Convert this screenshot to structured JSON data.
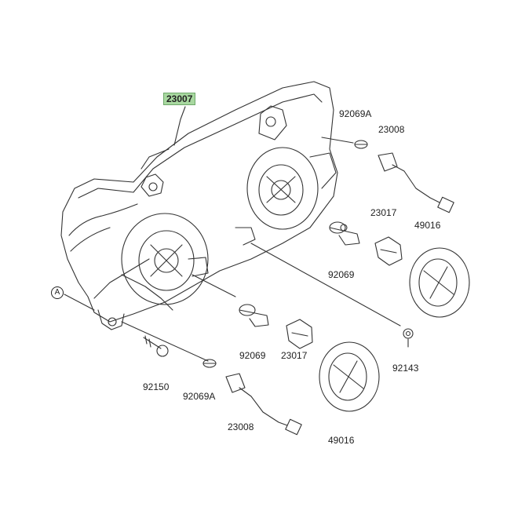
{
  "labels": {
    "main_part": "23007",
    "bulb_small_top": "92069A",
    "socket_top": "23008",
    "bulb_right_1": "23017",
    "cap_right": "49016",
    "bulb_mid": "92069",
    "bulb_lower": "92069",
    "bulb_lower_2": "23017",
    "grommet": "92143",
    "bolt": "92150",
    "bulb_small_bottom": "92069A",
    "socket_bottom": "23008",
    "cap_bottom": "49016",
    "ref_a": "A"
  },
  "colors": {
    "line": "#333333",
    "highlight": "#a8d8a0"
  }
}
